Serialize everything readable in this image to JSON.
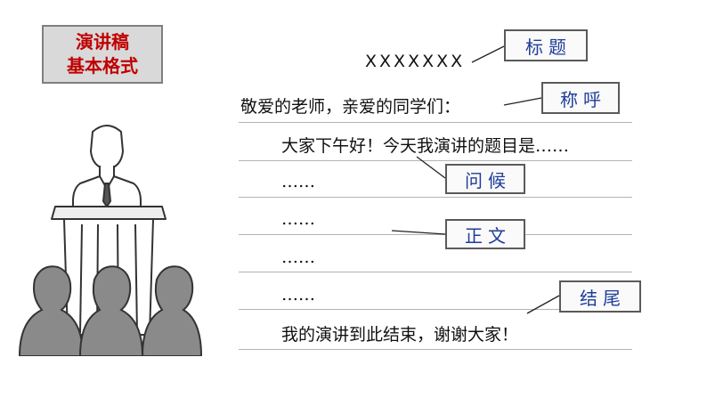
{
  "badge": {
    "line1": "演讲稿",
    "line2": "基本格式"
  },
  "speech": {
    "title": "XXXXXXX",
    "salutation": "敬爱的老师，亲爱的同学们：",
    "greeting": "大家下午好！今天我演讲的题目是……",
    "body_lines": [
      "……",
      "……",
      "……",
      "……"
    ],
    "closing": "我的演讲到此结束，谢谢大家！"
  },
  "labels": {
    "title": "标题",
    "salutation": "称呼",
    "greeting": "问候",
    "body": "正文",
    "ending": "结尾"
  },
  "colors": {
    "badge_text": "#c00000",
    "label_text": "#1f3d9a"
  }
}
